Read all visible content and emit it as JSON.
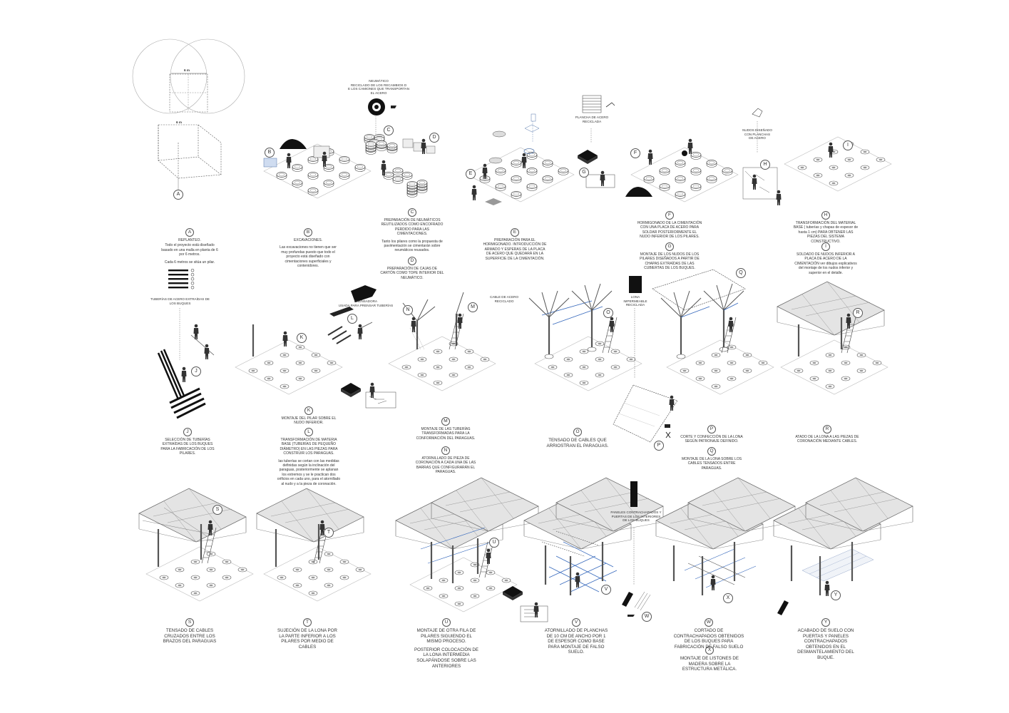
{
  "dimensions": {
    "grid": "6 m",
    "depth": "6 m"
  },
  "labels": {
    "neumatico": "NEUMÁTICO\nRECICLADO DE LOS RECAMBIOS D\nE LOS CAMIONES QUE TRANSPORTAN\nEL ACERO",
    "plancha": "PLANCHA DE ACERO\nRECICLADA",
    "nudos": "NUDOS DISEÑADO\nCON PLANCHAS\nDE ACERO",
    "tuberias": "TUBERÍAS DE ACERO EXTRAÍDAS DE\nLOS BUQUES",
    "prensadora": "PRENSADORA\nUSADA PARA PRENSAR TUBERÍAS",
    "cable": "CABLE DE ACERO\nRECICLADO",
    "lona": "LONA\nIMPERMEABLE\nRECICLADA",
    "paneles": "PANELES CONTRACHAPADOS Y\nPUERTAS DE LOS INTERIORES\nDE LOS BUQUES"
  },
  "steps": {
    "A": {
      "letter": "A",
      "text": [
        "REPLANTEO.",
        "Todo el proyecto está diseñado basado en una malla en planta de 6 por 6 metros.",
        "Cada 6 metros se sitúa un pilar."
      ]
    },
    "B": {
      "letter": "B",
      "text": [
        "EXCAVACIONES.",
        "Las excavaciones no tienen que ser muy profundas puesto que todo el proyecto está diseñado con cimentaciones superficiales y contenidores."
      ]
    },
    "C": {
      "letter": "C",
      "text": [
        "PREPARACIÓN DE NEUMÁTICOS REUTILIZADOS COMO ENCOFRADO PERDIDO PARA LAS CIMENTACIONES.",
        "Tanto los pilares como la propuesta de pavimentación se cimentarán sobre neumáticos reusados."
      ]
    },
    "D": {
      "letter": "D",
      "text": [
        "PREPARACIÓN DE CAJAS DE CARTÓN COMO TOPE INTERIOR DEL NEUMÁTICO."
      ]
    },
    "E": {
      "letter": "E",
      "text": [
        "PREPARACIÓN PARA EL HORMIGONADO. INTRODUCCIÓN DE ARMADO Y ESPERAS DE LA PLACA DE ACERO QUE QUEDARÁ EN LA SUPERFICIE DE LA CIMENTACIÓN."
      ]
    },
    "F": {
      "letter": "F",
      "text": [
        "HORMIGONADO DE LA CIMENTACIÓN CON UNA PLACA DE ACERO PARA SOLDAR POSTERIORMENTE EL NUDO INFERIOR DE LOS PILARES."
      ]
    },
    "G": {
      "letter": "G",
      "text": [
        "MONTAJE DE LOS NUDOS DE LOS PILARES DISEÑADOS A PARTIR DE CHAPAS EXTRAÍDAS DE LAS CUBIERTAS DE LOS BUQUES."
      ]
    },
    "H": {
      "letter": "H",
      "text": [
        "TRANSFORMACIÓN DEL MATERIAL BASE ( tuberías y chapas de espesor de hasta 1 cm) PARA OBTENER LAS PIEZAS DEL SISTEMA CONSTRUCTIVO."
      ]
    },
    "I": {
      "letter": "I",
      "text": [
        "SOLDADO DE NUDOS INFERIOR A PLACA DE ACERO DE LA CIMENTACIÓN ver dibujos explicativos del montaje de los nudos inferior y superior en el detalle."
      ]
    },
    "J": {
      "letter": "J",
      "text": [
        "SELECCIÓN DE TUBERÍAS EXTRAÍDAS DE LOS BUQUES PARA LA FABRICACIÓN DE LOS PILARES."
      ]
    },
    "K": {
      "letter": "K",
      "text": [
        "MONTAJE DEL PILAR SOBRE EL NUDO INFERIOR."
      ]
    },
    "L": {
      "letter": "L",
      "text": [
        "TRANSFORMACIÓN DE MATERIA BASE (TUBERÍAS DE PEQUEÑO DIÁMETRO) EN LAS PIEZAS PARA CONSTRUIR LOS PARAGUAS.",
        "las tuberías se cortan con las medidas definidas según la inclinación del paraguas, posteriormente se aplanan los extremos y se le practican dos orificios en cada uno, para el atornillado al nudo y a la pieza de coronación."
      ]
    },
    "M": {
      "letter": "M",
      "text": [
        "MONTAJE DE LAS TUBERÍAS TRANSFORMADAS PARA LA CONFORMACIÓN DEL PARAGUAS."
      ]
    },
    "N": {
      "letter": "N",
      "text": [
        "ATORNILLADO DE PIEZA DE CORONACIÓN A CADA UNA DE LAS BARRAS QUE CONFIGURARÁN EL PARAGUAS."
      ]
    },
    "O": {
      "letter": "O",
      "text": [
        "TENSADO DE CABLES QUE ARRIOSTRAN EL PARAGUAS."
      ]
    },
    "P": {
      "letter": "P",
      "text": [
        "CORTE Y CONFECCIÓN DE LA LONA SEGÚN PATRONAJE DEFINIDO."
      ]
    },
    "Q": {
      "letter": "Q",
      "text": [
        "MONTAJE DE LA LONA SOBRE LOS CABLES TENSADOS ENTRE PARAGUAS."
      ]
    },
    "R": {
      "letter": "R",
      "text": [
        "ATADO DE LA LONA A LAS PIEZAS DE CORONACIÓN MEDIANTE CABLES."
      ]
    },
    "S": {
      "letter": "S",
      "text": [
        "TENSADO DE CABLES CRUZADOS ENTRE LOS BRAZOS DEL PARAGUAS"
      ]
    },
    "T": {
      "letter": "T",
      "text": [
        "SUJECIÓN DE LA LONA POR LA PARTE INFERIOR A LOS PILARES POR MEDIO DE CABLES"
      ]
    },
    "U": {
      "letter": "U",
      "text": [
        "MONTAJE DE OTRA FILA DE PILARES SIGUIENDO EL MISMO PROCESO.",
        "POSTERIOR COLOCACIÓN DE LA LONA INTERMEDIA SOLAPÁNDOSE SOBRE LAS ANTERIORES"
      ]
    },
    "V": {
      "letter": "V",
      "text": [
        "ATORNILLADO DE PLANCHAS DE 10 CM DE ANCHO POR 1 DE ESPESOR COMO BASE PARA MONTAJE DE FALSO SUELO."
      ]
    },
    "W": {
      "letter": "W",
      "text": [
        "CORTADO DE CONTRACHAPADOS OBTENIDOS DE LOS BUQUES PARA FABRICACIÓN DE FALSO SUELO"
      ]
    },
    "X": {
      "letter": "X",
      "text": [
        "MONTAJE DE LISTONES DE MADERA SOBRE LA ESTRUCTURA METÁLICA."
      ]
    },
    "Y": {
      "letter": "Y",
      "text": [
        "ACABADO DE SUELO CON PUERTAS Y PANELES CONTRACHAPADOS OBTENIDOS EN EL DESMANTELAMIENTO DEL BUQUE."
      ]
    }
  },
  "marker_letters": [
    "A",
    "B",
    "C",
    "D",
    "E",
    "F",
    "G",
    "H",
    "I",
    "J",
    "K",
    "L",
    "M",
    "N",
    "O",
    "P",
    "Q",
    "R",
    "S",
    "T",
    "U",
    "V",
    "W",
    "X",
    "Y"
  ]
}
